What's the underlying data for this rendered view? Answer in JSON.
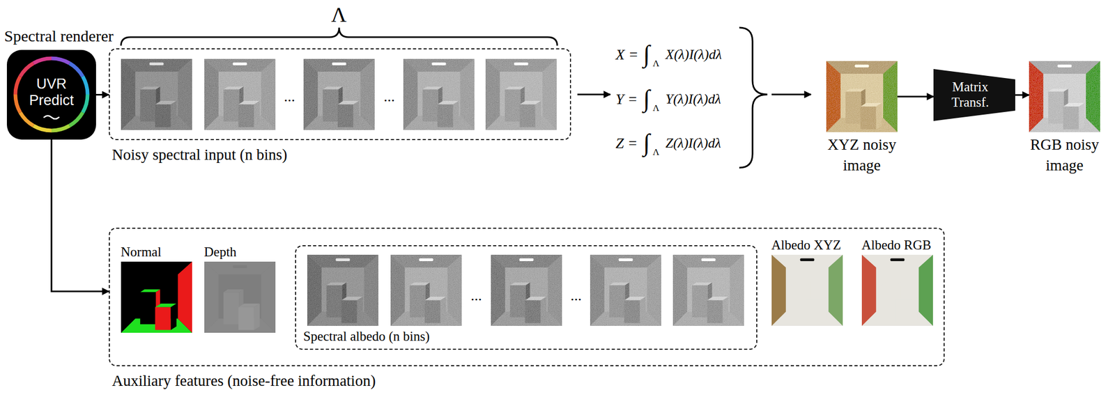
{
  "diagram": {
    "nodes": [
      {
        "text": [
          "Spectral renderer",
          "UVR Predict"
        ]
      },
      {
        "text": [
          "Noisy spectral input (n bins)"
        ]
      },
      {
        "text": [
          "XYZ noisy image"
        ]
      },
      {
        "text": [
          "Matrix Transf."
        ]
      },
      {
        "text": [
          "RGB noisy image"
        ]
      },
      {
        "text": [
          "Auxiliary features (noise-free information)"
        ]
      },
      {
        "text": [
          "Normal"
        ],
        "in": 5
      },
      {
        "text": [
          "Depth"
        ],
        "in": 5
      },
      {
        "text": [
          "Spectral albedo (n bins)"
        ],
        "in": 5
      },
      {
        "text": [
          "Albedo XYZ"
        ],
        "in": 5
      },
      {
        "text": [
          "Albedo RGB"
        ],
        "in": 5
      }
    ],
    "edges": [
      {
        "from": 0,
        "to": 1,
        "arrow": "to"
      },
      {
        "from": 0,
        "to": 5,
        "arrow": "to"
      },
      {
        "from": 2,
        "to": 3,
        "arrow": "to"
      },
      {
        "from": 3,
        "to": 4,
        "arrow": "to"
      }
    ],
    "labels": [
      "Λ",
      "...",
      "...",
      "X =",
      "∫",
      "Λ",
      "X(λ)I(λ)dλ",
      "Y =",
      "∫",
      "Λ",
      "Y(λ)I(λ)dλ",
      "Z =",
      "∫",
      "Λ",
      "Z(λ)I(λ)dλ",
      "...",
      "..."
    ]
  }
}
